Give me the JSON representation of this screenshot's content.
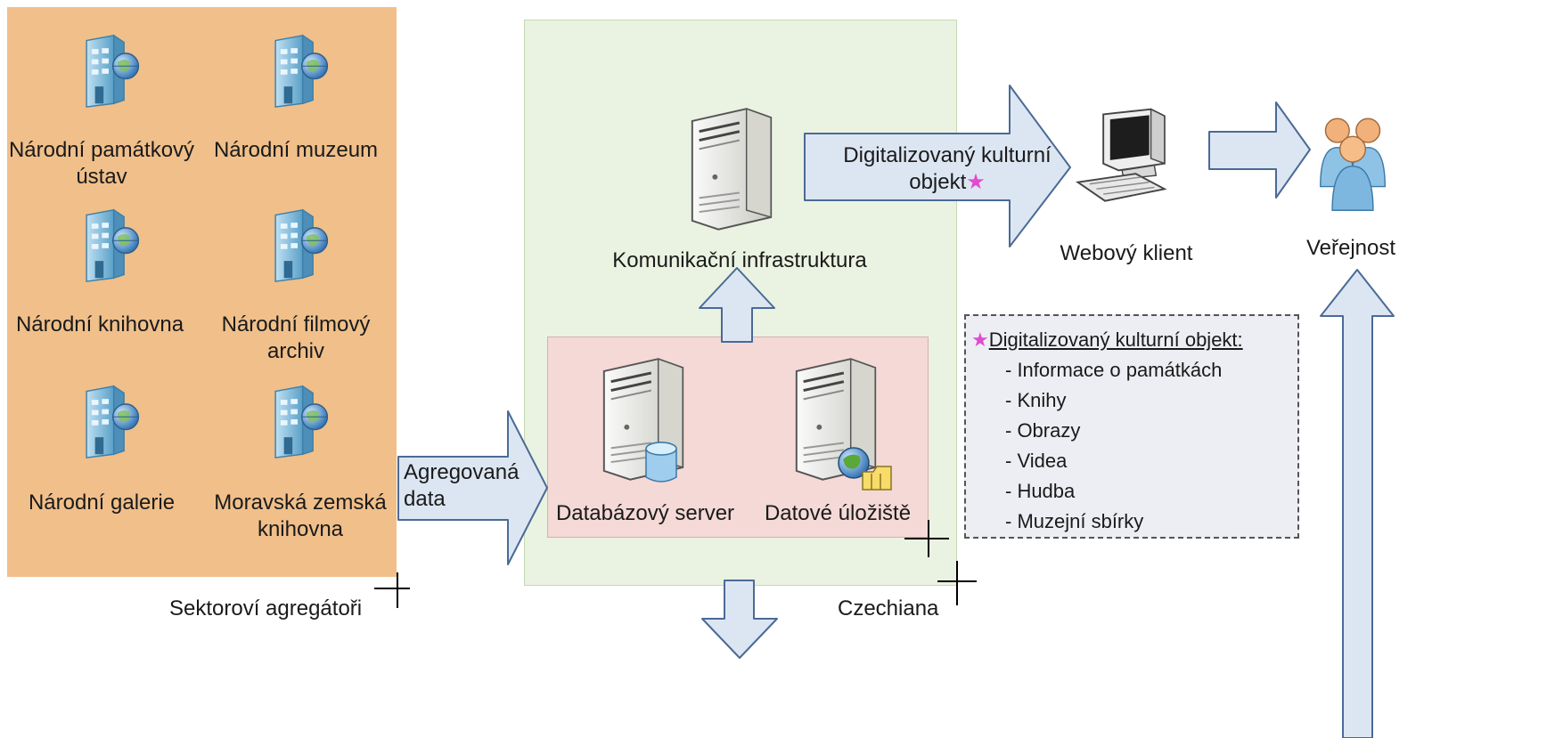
{
  "aggregators": {
    "caption": "Sektoroví agregátoři",
    "institutions": [
      {
        "label": "Národní památkový ústav"
      },
      {
        "label": "Národní muzeum"
      },
      {
        "label": "Národní knihovna"
      },
      {
        "label": "Národní filmový archiv"
      },
      {
        "label": "Národní galerie"
      },
      {
        "label": "Moravská zemská knihovna"
      }
    ]
  },
  "flows": {
    "aggregated_data": "Agregovaná data",
    "digitized_object": "Digitalizovaný kulturní objekt"
  },
  "czechiana": {
    "caption": "Czechiana",
    "communication": "Komunikační infrastruktura",
    "database": "Databázový server",
    "storage": "Datové úložiště"
  },
  "client": {
    "label": "Webový klient"
  },
  "public": {
    "label": "Veřejnost"
  },
  "legend": {
    "title": "Digitalizovaný kulturní objekt:",
    "items": [
      "- Informace o památkách",
      "- Knihy",
      "- Obrazy",
      "- Videa",
      "- Hudba",
      "- Muzejní sbírky"
    ]
  },
  "colors": {
    "aggregator_bg": "#f0bf8a",
    "czechiana_bg": "#eaf3e1",
    "storage_bg": "#f4d9d6",
    "arrow_fill": "#dce6f2",
    "star": "#e04bd0"
  }
}
